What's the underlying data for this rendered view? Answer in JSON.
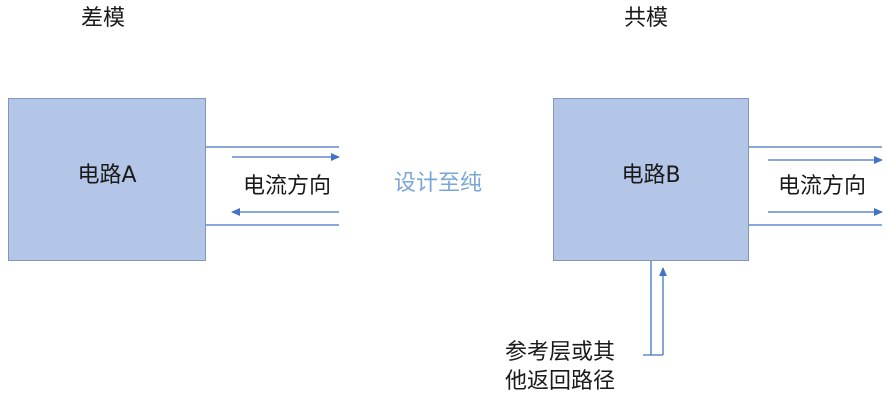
{
  "diagram": {
    "left": {
      "heading": "差模",
      "box_label": "电路A",
      "current_label": "电流方向"
    },
    "right": {
      "heading": "共模",
      "box_label": "电路B",
      "current_label": "电流方向",
      "return_label_line1": "参考层或其",
      "return_label_line2": "他返回路径"
    },
    "watermark": "设计至纯"
  },
  "colors": {
    "box_fill": "#b4c6e7",
    "box_border": "#8096bd",
    "wire": "#4472c4",
    "watermark": "#7aa6d6"
  }
}
